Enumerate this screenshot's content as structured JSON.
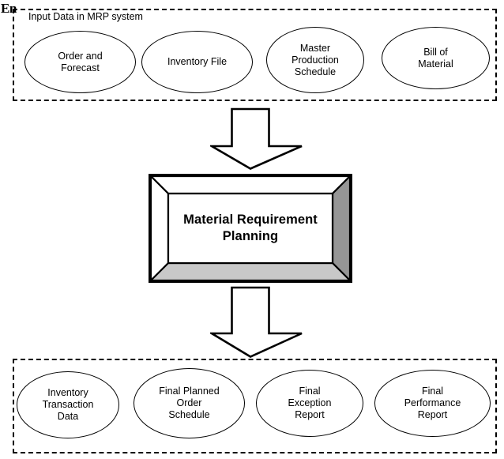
{
  "diagram": {
    "corner_label": "En",
    "input_group": {
      "title": "Input Data in MRP system",
      "nodes": [
        {
          "id": "order-and-forecast",
          "label": "Order and\nForecast"
        },
        {
          "id": "inventory-file",
          "label": "Inventory File"
        },
        {
          "id": "master-production-schedule",
          "label": "Master\nProduction\nSchedule"
        },
        {
          "id": "bill-of-material",
          "label": "Bill of\nMaterial"
        }
      ]
    },
    "process": {
      "label": "Material Requirement\nPlanning",
      "colors": {
        "face": "#ffffff",
        "bevel_top": "#ffffff",
        "bevel_left": "#ffffff",
        "bevel_right": "#969696",
        "bevel_bottom": "#c8c8c8",
        "outline": "#000000"
      }
    },
    "arrows": [
      {
        "id": "arrow-input-to-process",
        "direction": "down"
      },
      {
        "id": "arrow-process-to-output",
        "direction": "down"
      }
    ],
    "output_group": {
      "title": "",
      "nodes": [
        {
          "id": "inventory-transaction-data",
          "label": "Inventory\nTransaction\nData"
        },
        {
          "id": "final-planned-order-schedule",
          "label": "Final Planned\nOrder\nSchedule"
        },
        {
          "id": "final-exception-report",
          "label": "Final\nException\nReport"
        },
        {
          "id": "final-performance-report",
          "label": "Final\nPerformance\nReport"
        }
      ]
    }
  }
}
